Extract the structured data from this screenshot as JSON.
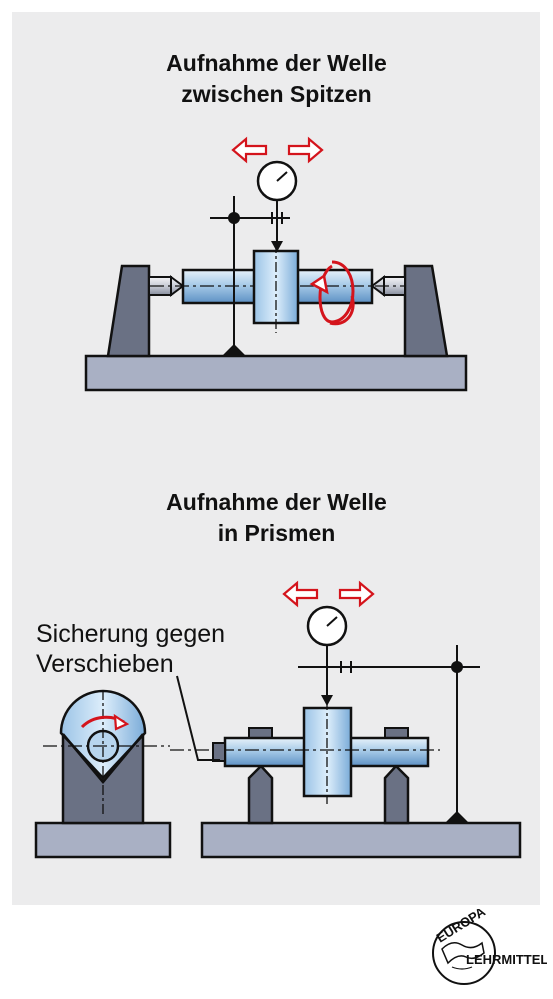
{
  "diagram": {
    "section1_title": [
      "Aufnahme der Welle",
      "zwischen Spitzen"
    ],
    "section2_title": [
      "Aufnahme der Welle",
      "in Prismen"
    ],
    "callout_label": [
      "Sicherung gegen",
      "Verschieben"
    ],
    "colors": {
      "background_panel": "#ececed",
      "base_gray": "#a9b0c4",
      "shaft_blue": "#b7d5ee",
      "arrow_red": "#d4141c",
      "line_black": "#111111"
    }
  },
  "logo": {
    "top_text": "EUROPA",
    "bottom_text": "LEHRMITTEL"
  }
}
